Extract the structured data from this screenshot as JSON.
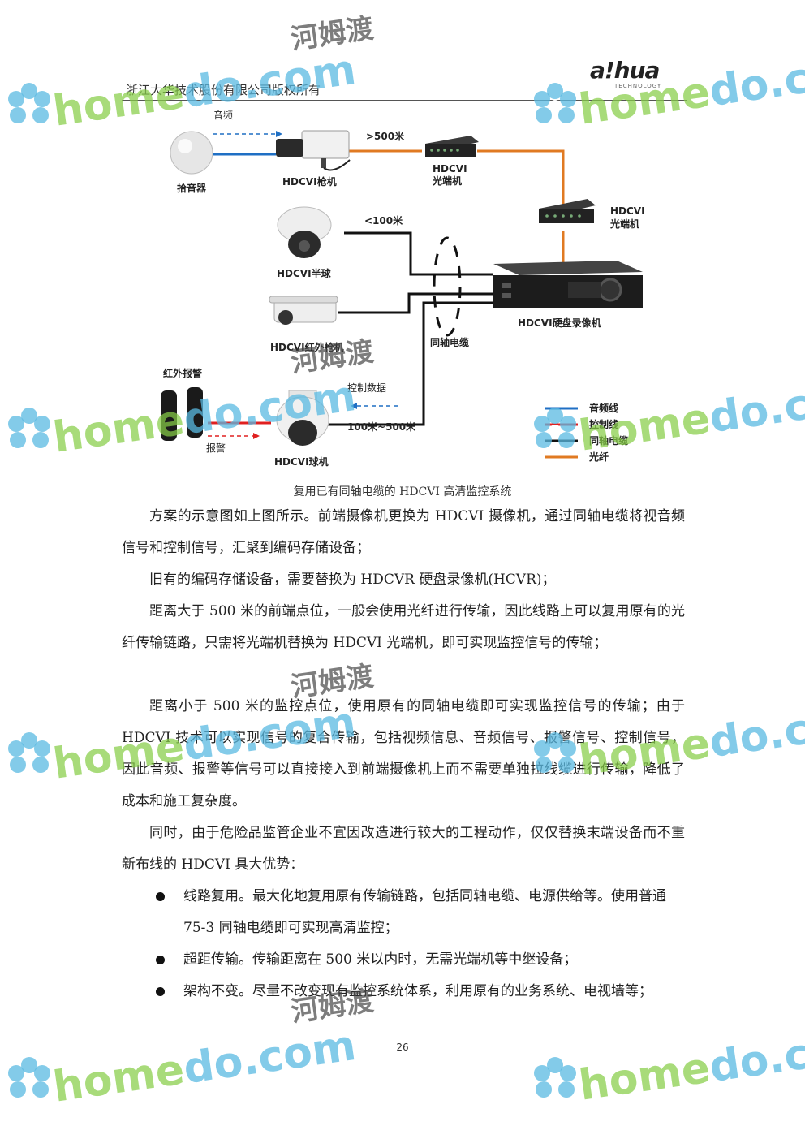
{
  "header": {
    "company": "浙江大华技术股份有限公司版权所有",
    "logo_text": "a!hua",
    "logo_sub": "TECHNOLOGY"
  },
  "diagram": {
    "labels": {
      "audio": "音频",
      "pickup": "拾音器",
      "gun_camera": "HDCVI枪机",
      "gt500": ">500米",
      "optical1_a": "HDCVI",
      "optical1_b": "光端机",
      "optical2_a": "HDCVI",
      "optical2_b": "光端机",
      "lt100": "<100米",
      "dome_half": "HDCVI半球",
      "ir_gun": "HDCVI红外枪机",
      "coax": "同轴电缆",
      "dvr": "HDCVI硬盘录像机",
      "ir_alarm": "红外报警",
      "control_data": "控制数据",
      "range": "100米~500米",
      "alarm": "报警",
      "ball": "HDCVI球机"
    },
    "legend": [
      {
        "label": "音频线",
        "color": "#1f6fc4"
      },
      {
        "label": "控制线",
        "color": "#e02020"
      },
      {
        "label": "同轴电缆",
        "color": "#111111"
      },
      {
        "label": "光纤",
        "color": "#e07a22"
      }
    ]
  },
  "caption": "复用已有同轴电缆的 HDCVI 高清监控系统",
  "paragraphs": [
    "方案的示意图如上图所示。前端摄像机更换为 HDCVI 摄像机，通过同轴电缆将视音频信号和控制信号，汇聚到编码存储设备；",
    "旧有的编码存储设备，需要替换为 HDCVR 硬盘录像机(HCVR)；",
    "距离大于 500 米的前端点位，一般会使用光纤进行传输，因此线路上可以复用原有的光纤传输链路，只需将光端机替换为 HDCVI 光端机，即可实现监控信号的传输；",
    "距离小于 500 米的监控点位，使用原有的同轴电缆即可实现监控信号的传输；由于 HDCVI 技术可以实现信号的复合传输，包括视频信息、音频信号、报警信号、控制信号，因此音频、报警等信号可以直接接入到前端摄像机上而不需要单独拉线缆进行传输，降低了成本和施工复杂度。",
    "同时，由于危险品监管企业不宜因改造进行较大的工程动作，仅仅替换末端设备而不重新布线的 HDCVI 具大优势："
  ],
  "bullets": [
    "线路复用。最大化地复用原有传输链路，包括同轴电缆、电源供给等。使用普通 75-3 同轴电缆即可实现高清监控；",
    "超距传输。传输距离在 500 米以内时，无需光端机等中继设备；",
    "架构不变。尽量不改变现有监控系统体系，利用原有的业务系统、电视墙等；"
  ],
  "page_number": "26",
  "watermark": {
    "home": "home",
    "do": "do",
    "com": ".com",
    "cn": "河姆渡"
  }
}
